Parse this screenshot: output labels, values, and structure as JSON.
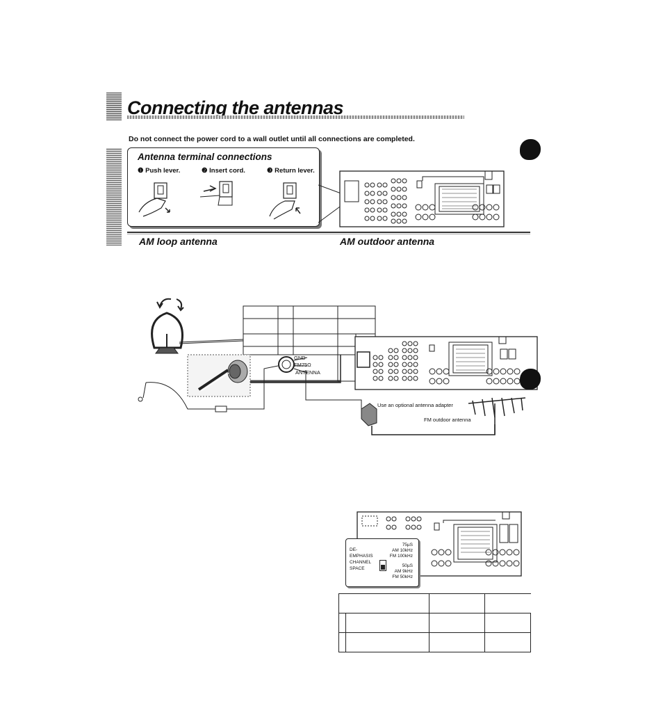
{
  "header": {
    "title": "Connecting the antennas",
    "notice": "Do not connect the power cord to a wall outlet until all connections are completed."
  },
  "terminal": {
    "title": "Antenna terminal connections",
    "steps": [
      {
        "num": "1",
        "label": "Push lever."
      },
      {
        "num": "2",
        "label": "Insert cord."
      },
      {
        "num": "3",
        "label": "Return lever."
      }
    ]
  },
  "sections": {
    "am_loop": "AM loop antenna",
    "am_outdoor": "AM outdoor antenna"
  },
  "terminal_labels": {
    "gnd": "GND",
    "fm": "FM75Ω",
    "antenna": "ANTENNA"
  },
  "fm_diagram": {
    "adapter": "Use an optional antenna adapter",
    "fm_outdoor": "FM outdoor antenna"
  },
  "switch_panel": {
    "left_labels": [
      "DE-",
      "EMPHASIS",
      "CHANNEL",
      "SPACE"
    ],
    "top_values": [
      "75µS",
      "AM 10kHz",
      "FM 100kHz"
    ],
    "bottom_values": [
      "50µS",
      "AM 9kHz",
      "FM 50kHz"
    ]
  }
}
